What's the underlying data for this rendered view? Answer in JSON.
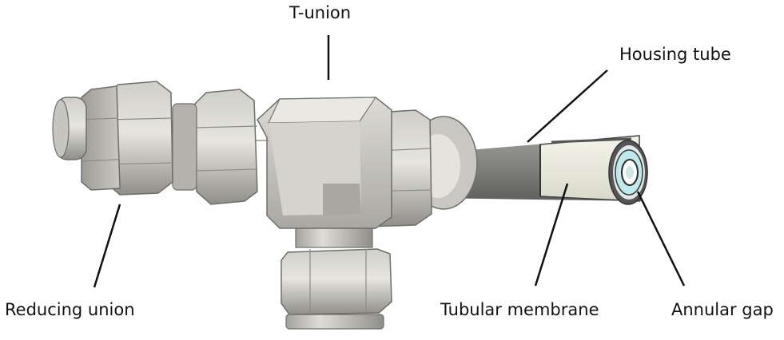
{
  "labels": {
    "t_union": "T-union",
    "housing_tube": "Housing tube",
    "reducing_union": "Reducing union",
    "tubular_membrane": "Tubular membrane",
    "annular_gap": "Annular gap"
  },
  "colors": {
    "background": "#ffffff",
    "metal_light": "#d9d8d3",
    "metal_mid": "#b9b8b2",
    "metal_dark": "#8e8d87",
    "housing_tube": "#7d7d7a",
    "membrane": "#eeeee2",
    "annular_gap": "#bfe9ea",
    "leader_line": "#111111"
  }
}
